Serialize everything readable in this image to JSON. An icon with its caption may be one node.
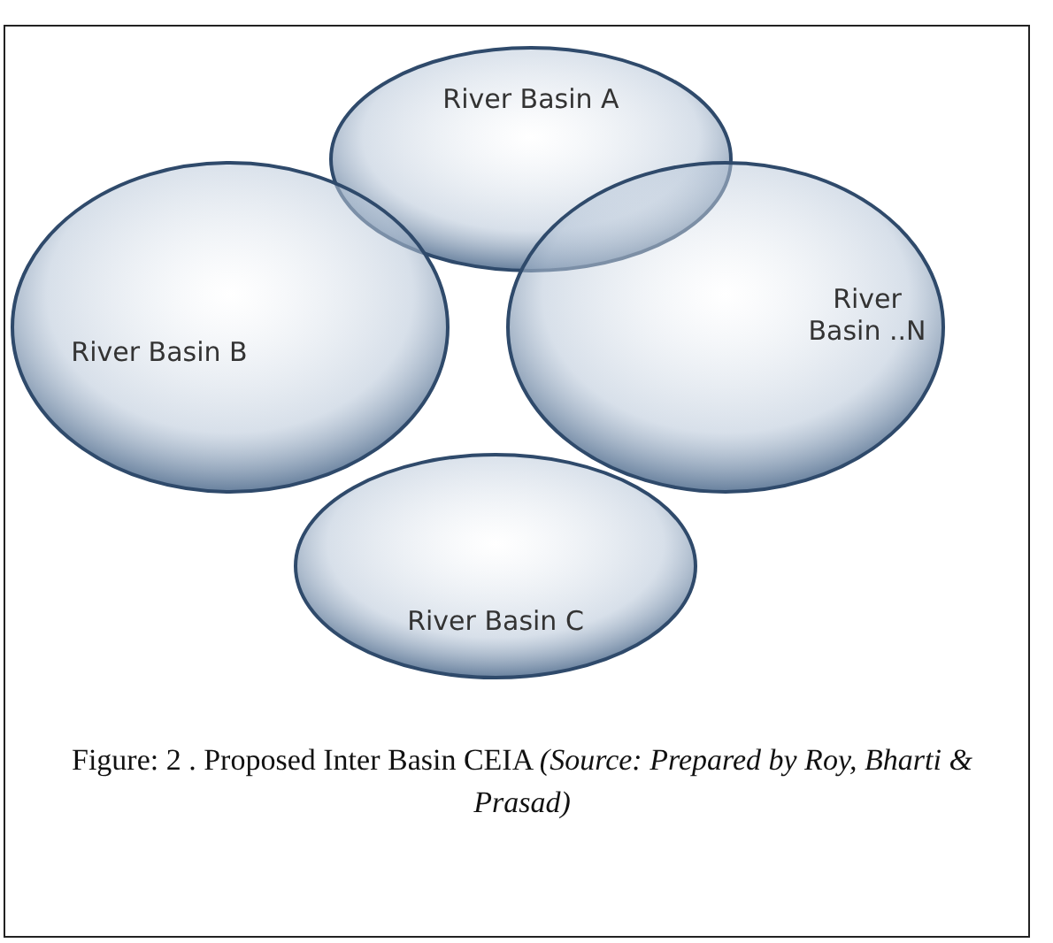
{
  "diagram": {
    "caption": "Figure: 2 . Proposed Inter Basin CEIA *(Source: Prepared by   Roy, Bharti & Prasad)*",
    "nodes": [
      {
        "text": [
          "River Basin A"
        ]
      },
      {
        "text": [
          "River Basin B"
        ]
      },
      {
        "text": [
          "River Basin ..N"
        ]
      },
      {
        "text": [
          "River Basin C"
        ]
      }
    ]
  }
}
